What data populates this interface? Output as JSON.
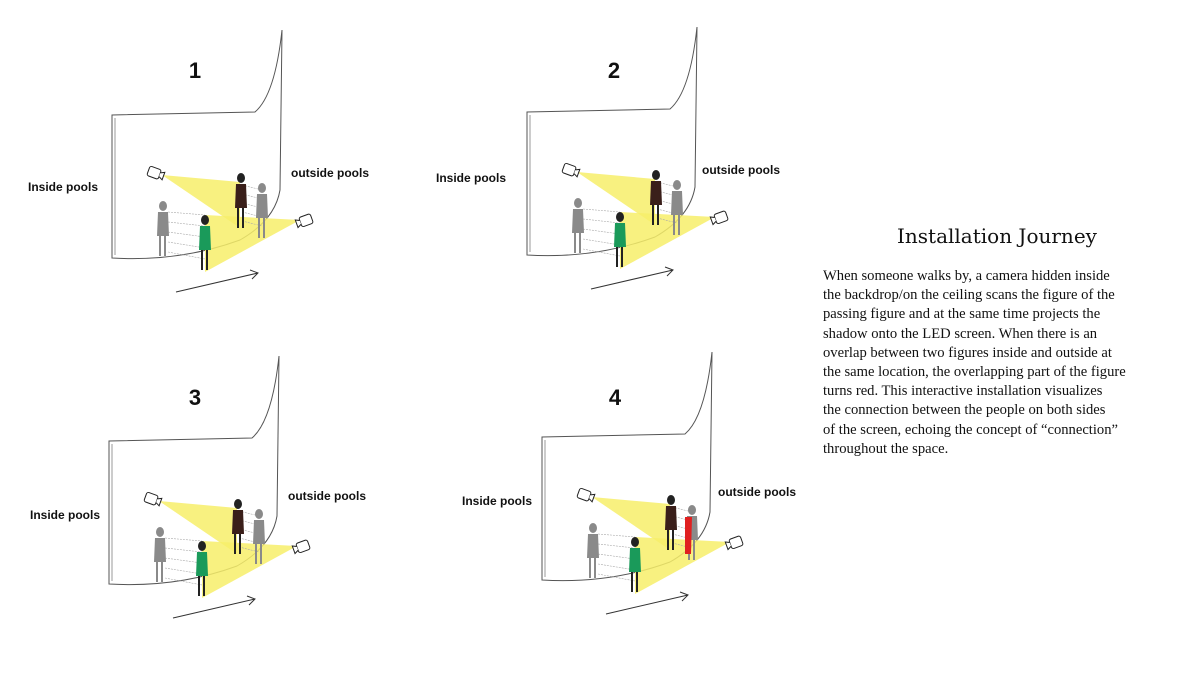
{
  "panels": [
    {
      "number": "1",
      "inside_label": "Inside pools",
      "outside_label": "outside pools",
      "overlap": false
    },
    {
      "number": "2",
      "inside_label": "Inside pools",
      "outside_label": "outside pools",
      "overlap": false
    },
    {
      "number": "3",
      "inside_label": "Inside pools",
      "outside_label": "outside pools",
      "overlap": false
    },
    {
      "number": "4",
      "inside_label": "Inside pools",
      "outside_label": "outside pools",
      "overlap": true
    }
  ],
  "description": {
    "title": "Installation Journey",
    "body": "When someone walks by, a camera hidden inside\nthe backdrop/on the ceiling scans the figure of the\npassing figure and at the same time projects the\nshadow onto the LED screen. When there is an\noverlap between two figures inside and outside at\nthe same location, the overlapping part of the figure\nturns red. This interactive installation visualizes\nthe connection between the people on both sides\nof the screen, echoing the concept of “connection”\nthroughout the space."
  },
  "colors": {
    "light": "#f7ef6a",
    "shadow": "#8a8a8a",
    "outfit": "#1a9a5a",
    "dark_figure": "#3a1f1a",
    "overlap": "#e02020"
  }
}
